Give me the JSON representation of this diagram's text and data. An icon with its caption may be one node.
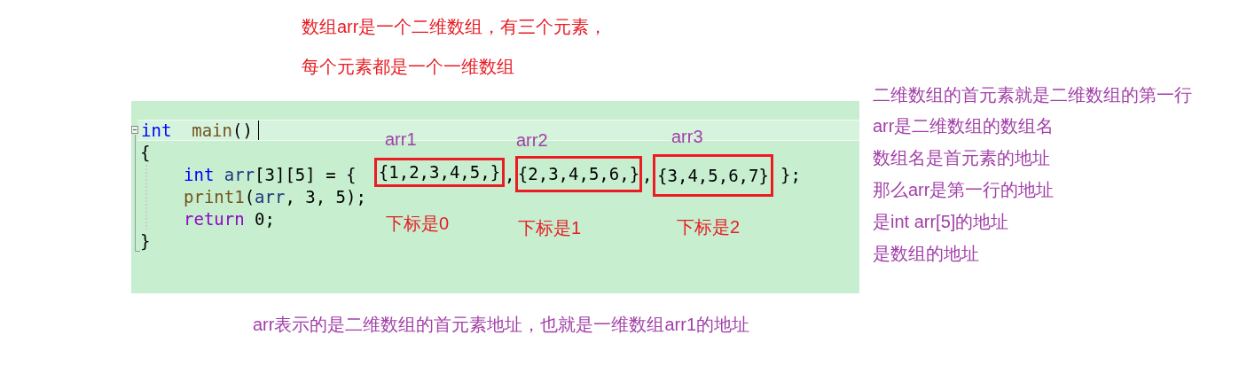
{
  "diagram": {
    "nodes": [
      {
        "text": [
          "int  main()",
          "{",
          "int arr[3][5] = {",
          ",",
          ",",
          "};",
          "print1(arr, 3, 5);",
          "return 0;",
          "}"
        ]
      },
      {
        "text": [
          "{1,2,3,4,5,}"
        ],
        "in": 0,
        "beside": [
          "arr1",
          "下标是0"
        ]
      },
      {
        "text": [
          "{2,3,4,5,6,}"
        ],
        "in": 0,
        "beside": [
          "arr2",
          "下标是1"
        ]
      },
      {
        "text": [
          "{3,4,5,6,7}"
        ],
        "in": 0,
        "beside": [
          "arr3",
          "下标是2"
        ]
      }
    ],
    "labels": [
      "数组arr是一个二维数组，有三个元素，",
      "每个元素都是一个一维数组",
      "二维数组的首元素就是二维数组的第一行",
      "arr是二维数组的数组名",
      "数组名是首元素的地址",
      "那么arr是第一行的地址",
      "是int arr[5]的地址",
      "是数组的地址",
      "arr表示的是二维数组的首元素地址，也就是一维数组arr1的地址"
    ]
  }
}
